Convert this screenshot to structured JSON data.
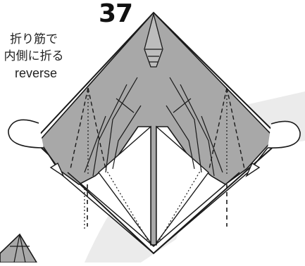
{
  "step": {
    "number": "37"
  },
  "instruction": {
    "line1": "折り筋で",
    "line2": "内側に折る",
    "line3": "reverse"
  },
  "colors": {
    "paper_colored": "#a8a8a8",
    "paper_white": "#ffffff",
    "background_arrow": "#ebebeb",
    "line": "#1a1a1a"
  },
  "icons": {
    "left_arrow": "reverse-fold-arrow-icon",
    "right_arrow": "reverse-fold-arrow-icon"
  }
}
